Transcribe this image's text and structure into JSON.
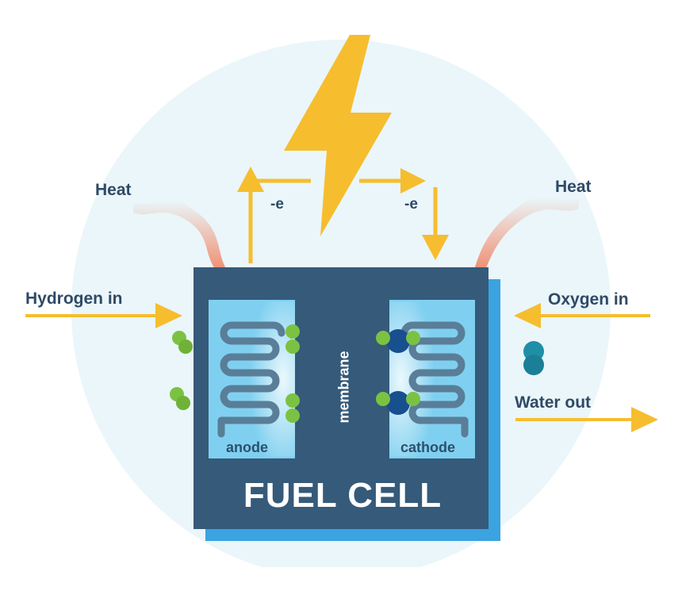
{
  "labels": {
    "heat_left": "Heat",
    "heat_right": "Heat",
    "electron_left": "-e",
    "electron_right": "-e",
    "hydrogen_in": "Hydrogen in",
    "oxygen_in": "Oxygen in",
    "water_out": "Water out",
    "anode": "anode",
    "cathode": "cathode",
    "membrane": "membrane",
    "title": "FUEL CELL"
  },
  "colors": {
    "background_circle": "#eaf6fa",
    "cell_body": "#355a7a",
    "cell_shadow": "#3aa3e0",
    "electrode_panel": "#7fd0f0",
    "coil": "#5a7d98",
    "arrow": "#f6bd2e",
    "hydrogen_atom": "#7cc242",
    "oxygen_atom": "#174f8f",
    "water_atom": "#1f8fa8",
    "heat_wave": "#f2a489",
    "label_text": "#2f4a66"
  },
  "icons": [
    "lightning-bolt-icon"
  ]
}
